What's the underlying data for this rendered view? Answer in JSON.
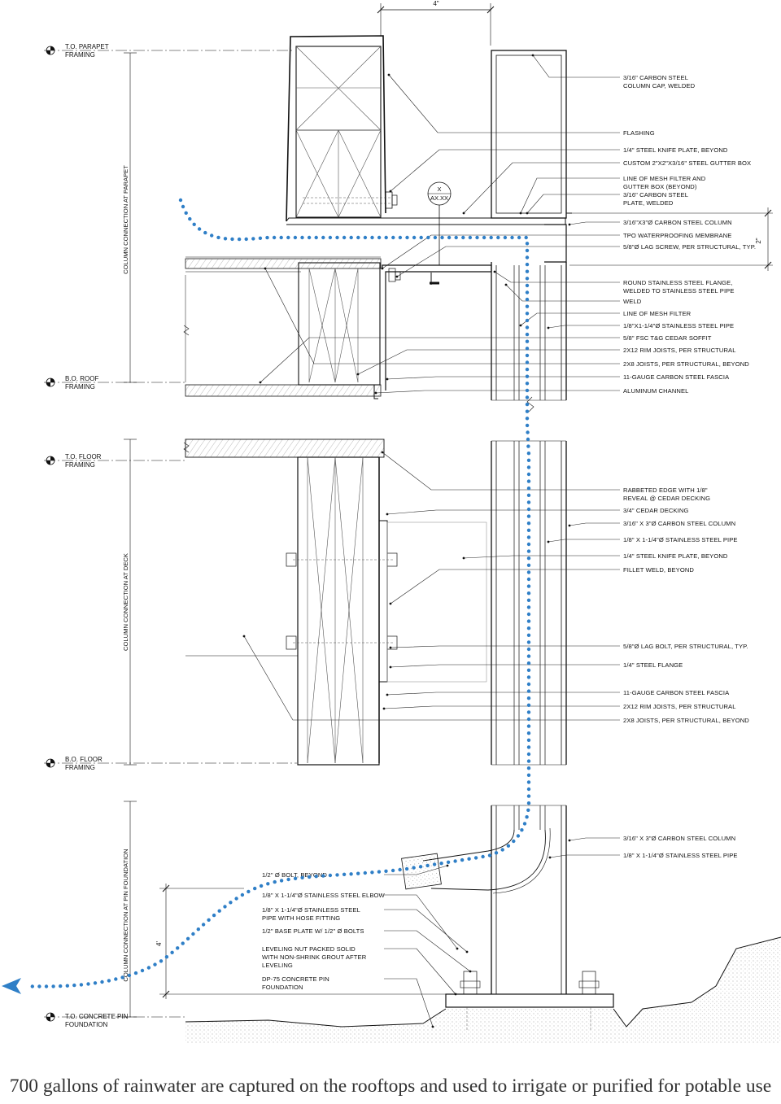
{
  "caption": "700 gallons of rainwater are captured on the rooftops and used to irrigate or purified for potable use",
  "top_dimension": "4\"",
  "side_dimensions": {
    "gutter_height": "2\"",
    "foundation_height": "4'"
  },
  "section_marker": {
    "top": "X",
    "bottom": "AX.XX"
  },
  "levels": [
    {
      "line1": "T.O. PARAPET",
      "line2": "FRAMING"
    },
    {
      "line1": "B.O. ROOF",
      "line2": "FRAMING"
    },
    {
      "line1": "T.O. FLOOR",
      "line2": "FRAMING"
    },
    {
      "line1": "B.O. FLOOR",
      "line2": "FRAMING"
    },
    {
      "line1": "T.O. CONCRETE PIN",
      "line2": "FOUNDATION"
    }
  ],
  "zones": [
    {
      "label": "COLUMN CONNECTION AT PARAPET"
    },
    {
      "label": "COLUMN CONNECTION AT DECK"
    },
    {
      "label": "COLUMN CONNECTION AT PIN FOUNDATION"
    }
  ],
  "right_notes": [
    {
      "lines": [
        "3/16\" CARBON STEEL",
        "COLUMN CAP, WELDED"
      ]
    },
    {
      "lines": [
        "FLASHING"
      ]
    },
    {
      "lines": [
        "1/4\" STEEL KNIFE PLATE, BEYOND"
      ]
    },
    {
      "lines": [
        "CUSTOM 2\"X2\"X3/16\" STEEL GUTTER BOX"
      ]
    },
    {
      "lines": [
        "LINE OF MESH FILTER AND",
        "GUTTER BOX (BEYOND)"
      ]
    },
    {
      "lines": [
        "3/16\" CARBON STEEL",
        "PLATE, WELDED"
      ]
    },
    {
      "lines": [
        "3/16\"X3\"Ø CARBON STEEL COLUMN"
      ]
    },
    {
      "lines": [
        "TPO WATERPROOFING MEMBRANE"
      ]
    },
    {
      "lines": [
        "5/8\"Ø LAG SCREW, PER STRUCTURAL, TYP."
      ]
    },
    {
      "lines": [
        "ROUND STAINLESS STEEL FLANGE,",
        "WELDED TO STAINLESS STEEL PIPE"
      ]
    },
    {
      "lines": [
        "WELD"
      ]
    },
    {
      "lines": [
        "LINE OF MESH FILTER"
      ]
    },
    {
      "lines": [
        "1/8\"X1-1/4\"Ø STAINLESS STEEL PIPE"
      ]
    },
    {
      "lines": [
        "5/8\" FSC T&G CEDAR SOFFIT"
      ]
    },
    {
      "lines": [
        "2X12 RIM JOISTS, PER STRUCTURAL"
      ]
    },
    {
      "lines": [
        "2X8 JOISTS, PER STRUCTURAL, BEYOND"
      ]
    },
    {
      "lines": [
        "11-GAUGE CARBON STEEL FASCIA"
      ]
    },
    {
      "lines": [
        "ALUMINUM CHANNEL"
      ]
    },
    {
      "lines": [
        "RABBETED EDGE WITH 1/8\"",
        "REVEAL @ CEDAR DECKING"
      ]
    },
    {
      "lines": [
        "3/4\" CEDAR DECKING"
      ]
    },
    {
      "lines": [
        "3/16\" X 3\"Ø CARBON STEEL COLUMN"
      ]
    },
    {
      "lines": [
        "1/8\" X 1-1/4\"Ø STAINLESS STEEL PIPE"
      ]
    },
    {
      "lines": [
        "1/4\" STEEL KNIFE PLATE, BEYOND"
      ]
    },
    {
      "lines": [
        "FILLET WELD, BEYOND"
      ]
    },
    {
      "lines": [
        "5/8\"Ø LAG BOLT, PER STRUCTURAL, TYP."
      ]
    },
    {
      "lines": [
        "1/4\" STEEL FLANGE"
      ]
    },
    {
      "lines": [
        "11-GAUGE CARBON STEEL FASCIA"
      ]
    },
    {
      "lines": [
        "2X12 RIM JOISTS, PER STRUCTURAL"
      ]
    },
    {
      "lines": [
        "2X8 JOISTS, PER STRUCTURAL, BEYOND"
      ]
    },
    {
      "lines": [
        "3/16\" X 3\"Ø CARBON STEEL COLUMN"
      ]
    },
    {
      "lines": [
        "1/8\" X 1-1/4\"Ø STAINLESS STEEL PIPE"
      ]
    }
  ],
  "left_notes": [
    {
      "lines": [
        "1/2\" Ø BOLT, BEYOND"
      ]
    },
    {
      "lines": [
        "1/8\" X 1-1/4\"Ø STAINLESS STEEL ELBOW"
      ]
    },
    {
      "lines": [
        "1/8\" X 1-1/4\"Ø STAINLESS STEEL",
        "PIPE WITH HOSE FITTING"
      ]
    },
    {
      "lines": [
        "1/2\" BASE PLATE W/ 1/2\" Ø BOLTS"
      ]
    },
    {
      "lines": [
        "LEVELING NUT PACKED SOLID",
        "WITH NON-SHRINK GROUT AFTER",
        "LEVELING"
      ]
    },
    {
      "lines": [
        "DP-75 CONCRETE PIN",
        "FOUNDATION"
      ]
    }
  ],
  "colors": {
    "water_path": "#2f7fc7",
    "linework": "#111111",
    "caption": "#333333"
  },
  "icons": [
    "level-datum-icon",
    "section-marker-icon",
    "water-flow-arrow-icon"
  ]
}
